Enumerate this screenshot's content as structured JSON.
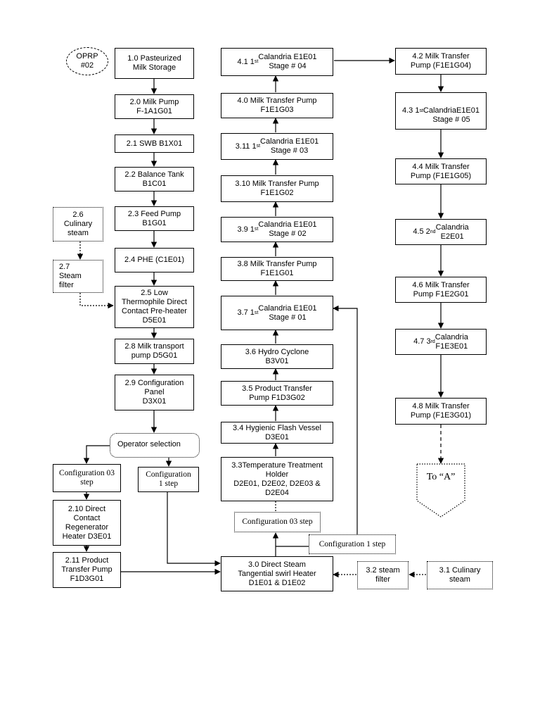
{
  "nodes": {
    "oprp": "OPRP\n#02",
    "n1_0": "1.0 Pasteurized\nMilk Storage",
    "n1_0_mark": "*",
    "n2_0": "2.0 Milk Pump\nF-1A1G01",
    "n2_1": "2.1 SWB B1X01",
    "n2_2": "2.2 Balance Tank\nB1C01",
    "n2_3": "2.3 Feed Pump\nB1G01",
    "n2_4": "2.4 PHE (C1E01)",
    "n2_5": "2.5 Low\nThermophile Direct\nContact Pre-heater\nD5E01",
    "n2_6": "2.6\nCulinary\nsteam",
    "n2_7": "2.7\nSteam\nfilter",
    "n2_8": "2.8 Milk transport\npump D5G01",
    "n2_9": "2.9 Configuration\nPanel\nD3X01",
    "operator": "Operator selection",
    "cfg03_left": "Configuration 03\nstep",
    "cfg1_left": "Configuration\n1 step",
    "n2_10": "2.10 Direct\nContact\nRegenerator\nHeater D3E01",
    "n2_11": "2.11 Product\nTransfer Pump\nF1D3G01",
    "n3_0": "3.0 Direct Steam\nTangential swirl Heater\nD1E01 & D1E02",
    "n3_1": "3.1 Culinary\nsteam",
    "n3_2": "3.2 steam\nfilter",
    "cfg03_mid": "Configuration 03 step",
    "cfg1_mid": "Configuration 1 step",
    "n3_3": "3.3Temperature Treatment\nHolder\nD2E01, D2E02, D2E03 &\nD2E04",
    "n3_4": "3.4 Hygienic Flash Vessel\nD3E01",
    "n3_5": "3.5 Product Transfer\nPump F1D3G02",
    "n3_6": "3.6 Hydro Cyclone\nB3V01",
    "n3_7": "3.7 1st Calandria E1E01\nStage # 01",
    "n3_8": "3.8 Milk Transfer Pump\nF1E1G01",
    "n3_9": "3.9 1st Calandria E1E01\nStage # 02",
    "n3_10": "3.10 Milk Transfer Pump\nF1E1G02",
    "n3_11": "3.11 1st Calandria E1E01\nStage # 03",
    "n4_0": "4.0 Milk Transfer Pump\nF1E1G03",
    "n4_1": "4.1 1st Calandria E1E01\nStage # 04",
    "n4_2": "4.2 Milk Transfer\nPump (F1E1G04)",
    "n4_3": "4.3 1st\nCalandriaE1E01\nStage # 05",
    "n4_4": "4.4 Milk Transfer\nPump (F1E1G05)",
    "n4_5": "4.5 2nd Calandria\nE2E01",
    "n4_6": "4.6 Milk Transfer\nPump F1E2G01",
    "n4_7": "4.7 3rd Calandria\nF1E3E01",
    "n4_8": "4.8 Milk Transfer\nPump (F1E3G01)",
    "to_a": "To “A”"
  }
}
